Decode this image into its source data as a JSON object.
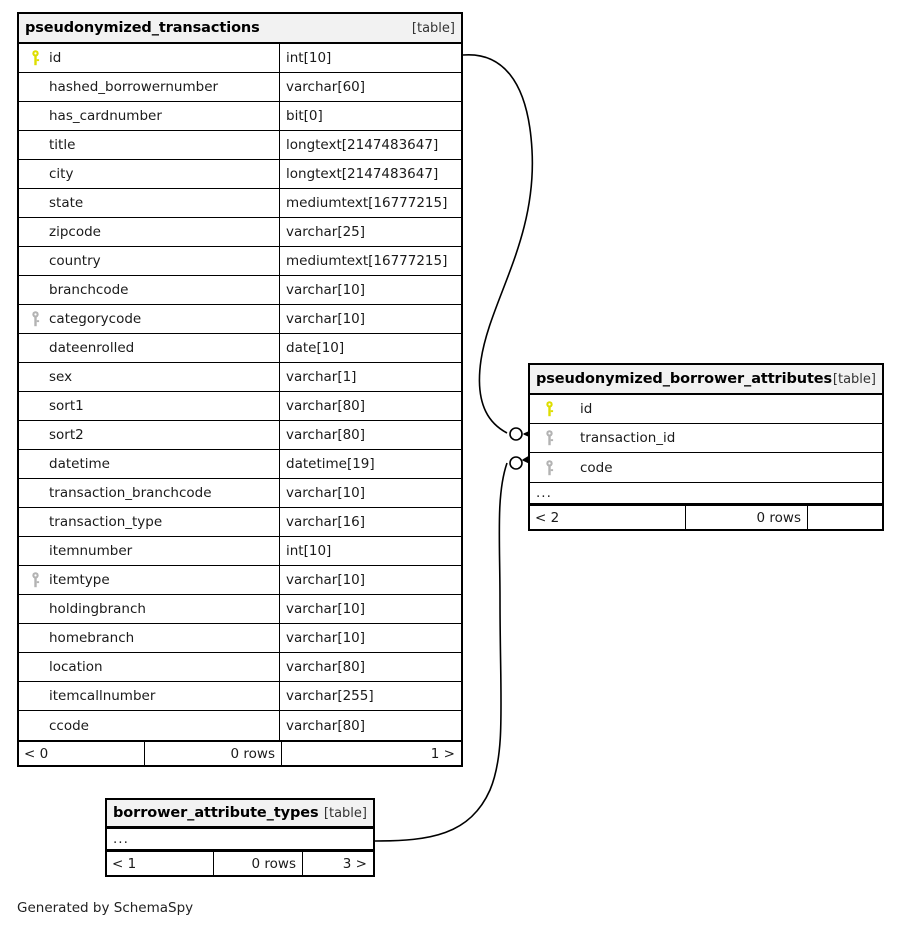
{
  "diagram": {
    "credit": "Generated by SchemaSpy",
    "table_tag": "[table]",
    "rows_suffix": "0 rows",
    "dots": "..."
  },
  "tables": {
    "transactions": {
      "name": "pseudonymized_transactions",
      "tag": "[table]",
      "columns": [
        {
          "key": "primary",
          "name": "id",
          "type": "int[10]"
        },
        {
          "key": "none",
          "name": "hashed_borrowernumber",
          "type": "varchar[60]"
        },
        {
          "key": "none",
          "name": "has_cardnumber",
          "type": "bit[0]"
        },
        {
          "key": "none",
          "name": "title",
          "type": "longtext[2147483647]"
        },
        {
          "key": "none",
          "name": "city",
          "type": "longtext[2147483647]"
        },
        {
          "key": "none",
          "name": "state",
          "type": "mediumtext[16777215]"
        },
        {
          "key": "none",
          "name": "zipcode",
          "type": "varchar[25]"
        },
        {
          "key": "none",
          "name": "country",
          "type": "mediumtext[16777215]"
        },
        {
          "key": "none",
          "name": "branchcode",
          "type": "varchar[10]"
        },
        {
          "key": "foreign",
          "name": "categorycode",
          "type": "varchar[10]"
        },
        {
          "key": "none",
          "name": "dateenrolled",
          "type": "date[10]"
        },
        {
          "key": "none",
          "name": "sex",
          "type": "varchar[1]"
        },
        {
          "key": "none",
          "name": "sort1",
          "type": "varchar[80]"
        },
        {
          "key": "none",
          "name": "sort2",
          "type": "varchar[80]"
        },
        {
          "key": "none",
          "name": "datetime",
          "type": "datetime[19]"
        },
        {
          "key": "none",
          "name": "transaction_branchcode",
          "type": "varchar[10]"
        },
        {
          "key": "none",
          "name": "transaction_type",
          "type": "varchar[16]"
        },
        {
          "key": "none",
          "name": "itemnumber",
          "type": "int[10]"
        },
        {
          "key": "foreign",
          "name": "itemtype",
          "type": "varchar[10]"
        },
        {
          "key": "none",
          "name": "holdingbranch",
          "type": "varchar[10]"
        },
        {
          "key": "none",
          "name": "homebranch",
          "type": "varchar[10]"
        },
        {
          "key": "none",
          "name": "location",
          "type": "varchar[80]"
        },
        {
          "key": "none",
          "name": "itemcallnumber",
          "type": "varchar[255]"
        },
        {
          "key": "none",
          "name": "ccode",
          "type": "varchar[80]"
        }
      ],
      "footer": {
        "left": "< 0",
        "middle": "0 rows",
        "right": "1 >"
      }
    },
    "borrower_attributes": {
      "name": "pseudonymized_borrower_attributes",
      "tag": "[table]",
      "columns": [
        {
          "key": "primary",
          "name": "id"
        },
        {
          "key": "foreign",
          "name": "transaction_id"
        },
        {
          "key": "foreign",
          "name": "code"
        }
      ],
      "dots": "...",
      "footer": {
        "left": "< 2",
        "middle": "0 rows",
        "right": ""
      }
    },
    "attribute_types": {
      "name": "borrower_attribute_types",
      "tag": "[table]",
      "dots": "...",
      "footer": {
        "left": "< 1",
        "middle": "0 rows",
        "right": "3 >"
      }
    }
  },
  "relationships": [
    {
      "id": "transactions-id-to-borrower-attributes-transaction-id",
      "from_table": "pseudonymized_transactions",
      "from_column": "id",
      "to_table": "pseudonymized_borrower_attributes",
      "to_column": "transaction_id",
      "cardinality": "zero-or-many"
    },
    {
      "id": "attribute-types-to-borrower-attributes-code",
      "from_table": "borrower_attribute_types",
      "to_table": "pseudonymized_borrower_attributes",
      "to_column": "code",
      "cardinality": "zero-or-many"
    }
  ],
  "colors": {
    "primary_key": "#dede00",
    "foreign_key": "#b3b3b3",
    "border": "#000000",
    "header_bg": "#f2f2f2",
    "page_bg": "#ffffff"
  },
  "icons": {
    "primary_key": "key-icon",
    "foreign_key": "key-icon"
  }
}
